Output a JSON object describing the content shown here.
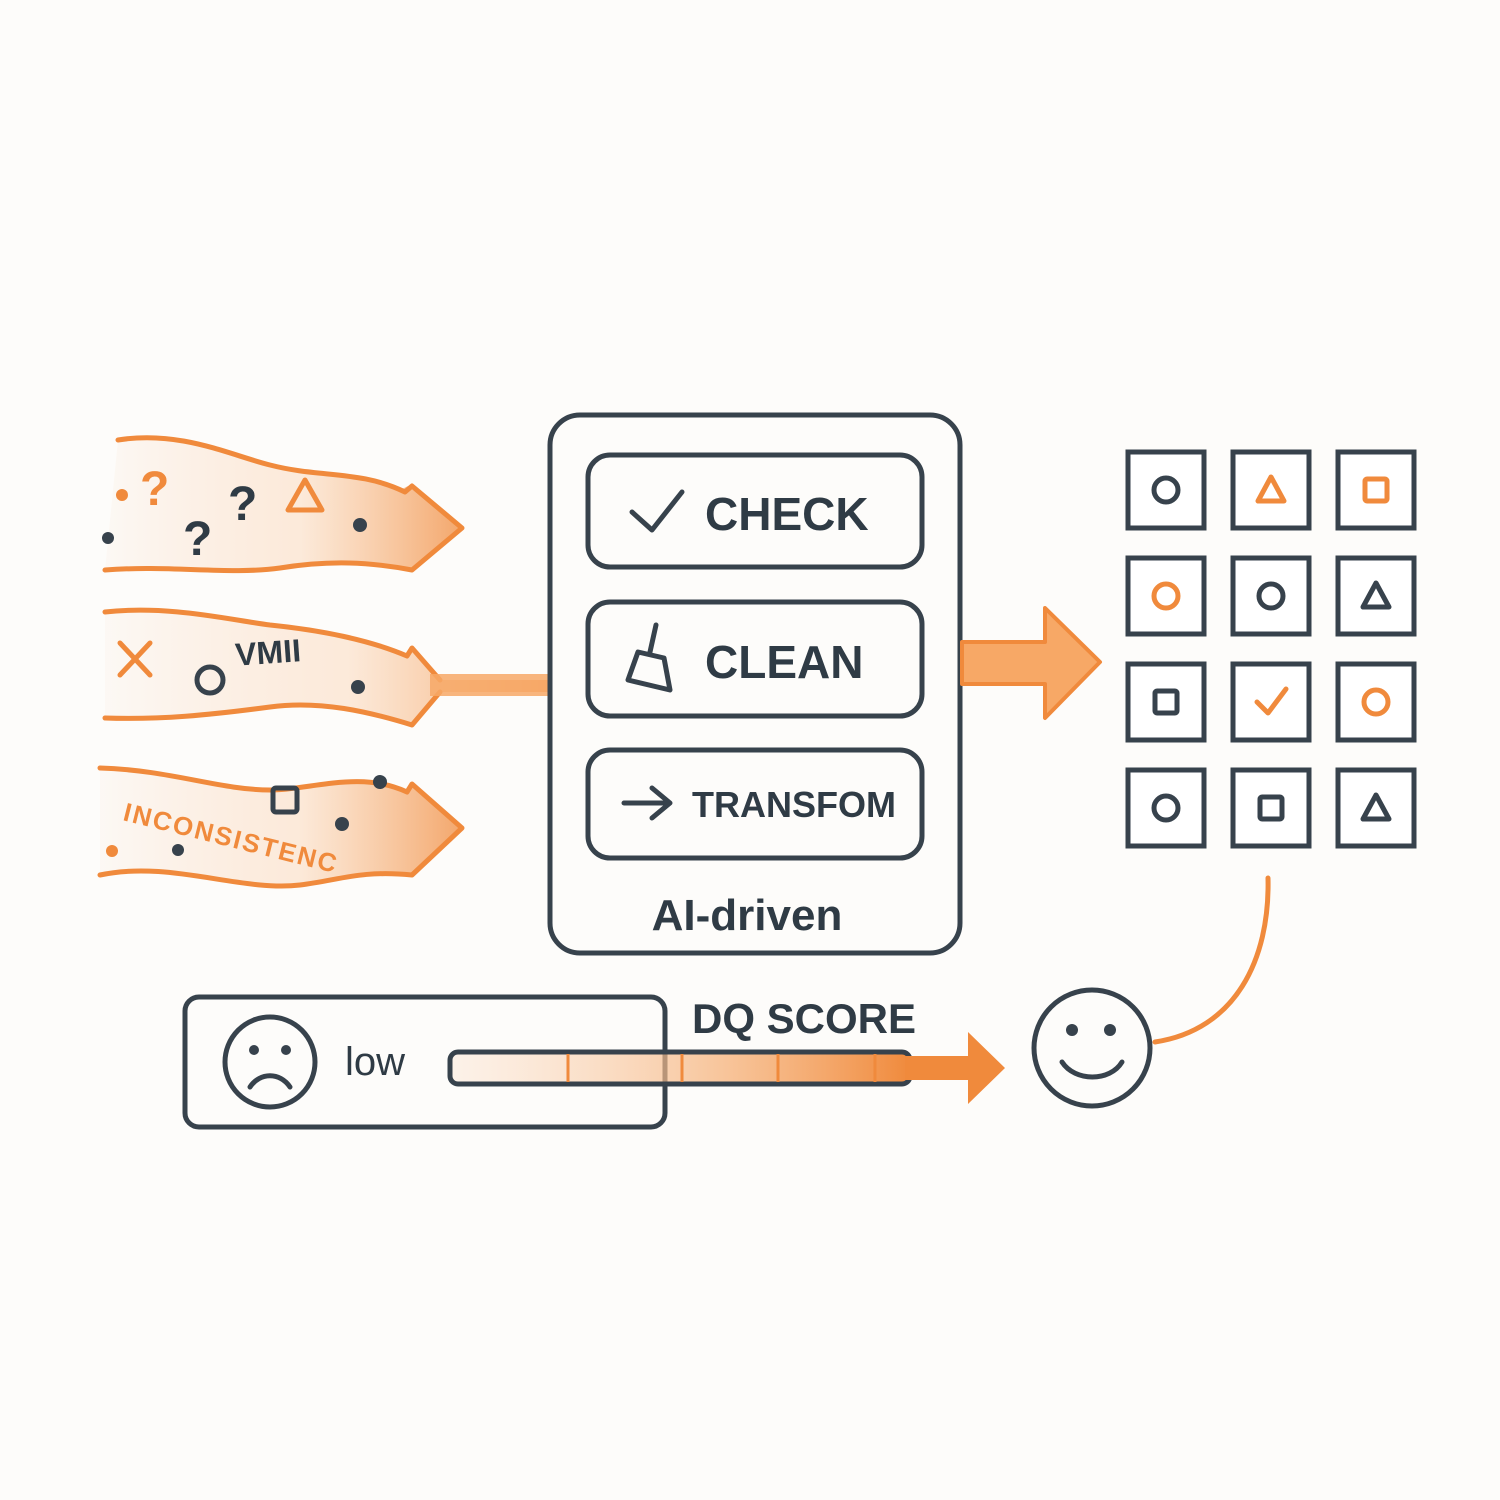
{
  "colors": {
    "accent": "#f08a3c",
    "ink": "#37424c",
    "background": "#fdfcfa",
    "soft": "#f7b98a"
  },
  "streams": [
    {
      "label": "",
      "symbols": [
        "question-mark-icon",
        "triangle-icon",
        "dot-icon"
      ]
    },
    {
      "label": "VMII",
      "symbols": [
        "x-icon",
        "circle-icon",
        "dot-icon"
      ]
    },
    {
      "label": "INCONSISTENC",
      "symbols": [
        "square-icon",
        "dot-icon"
      ]
    }
  ],
  "steps": [
    {
      "label": "CHECK",
      "icon": "checkmark-icon"
    },
    {
      "label": "CLEAN",
      "icon": "brush-icon"
    },
    {
      "label": "TRANSFOM",
      "icon": "arrow-right-icon"
    }
  ],
  "process_caption": "AI-driven",
  "grid": [
    [
      "circle",
      "triangle-orange",
      "square-orange"
    ],
    [
      "circle-orange",
      "circle",
      "triangle"
    ],
    [
      "square",
      "check-orange",
      "circle-orange"
    ],
    [
      "circle",
      "square",
      "triangle"
    ]
  ],
  "score": {
    "title": "DQ SCORE",
    "low_label": "low",
    "start_face": "sad-face-icon",
    "end_face": "happy-face-icon"
  }
}
